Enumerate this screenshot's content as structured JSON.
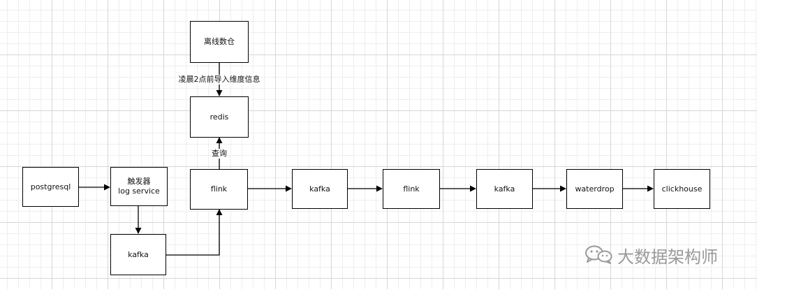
{
  "diagram": {
    "nodes": [
      {
        "id": "offline_dw",
        "label": "离线数仓"
      },
      {
        "id": "redis",
        "label": "redis"
      },
      {
        "id": "postgresql",
        "label": "postgresql"
      },
      {
        "id": "trigger",
        "label": "触发器",
        "sublabel": "log service"
      },
      {
        "id": "flink1",
        "label": "flink"
      },
      {
        "id": "kafka_low",
        "label": "kafka"
      },
      {
        "id": "kafka1",
        "label": "kafka"
      },
      {
        "id": "flink2",
        "label": "flink"
      },
      {
        "id": "kafka2",
        "label": "kafka"
      },
      {
        "id": "waterdrop",
        "label": "waterdrop"
      },
      {
        "id": "clickhouse",
        "label": "clickhouse"
      }
    ],
    "edges": [
      {
        "from": "offline_dw",
        "to": "redis",
        "label": "凌晨2点前导入维度信息"
      },
      {
        "from": "flink1",
        "to": "redis",
        "label": "查询"
      },
      {
        "from": "postgresql",
        "to": "trigger"
      },
      {
        "from": "trigger",
        "to": "kafka_low"
      },
      {
        "from": "kafka_low",
        "to": "flink1"
      },
      {
        "from": "flink1",
        "to": "kafka1"
      },
      {
        "from": "kafka1",
        "to": "flink2"
      },
      {
        "from": "flink2",
        "to": "kafka2"
      },
      {
        "from": "kafka2",
        "to": "waterdrop"
      },
      {
        "from": "waterdrop",
        "to": "clickhouse"
      }
    ]
  },
  "watermark": {
    "text": "大数据架构师",
    "icon": "wechat-icon"
  },
  "colors": {
    "stroke": "#000000",
    "watermark": "#9a9a9a"
  }
}
